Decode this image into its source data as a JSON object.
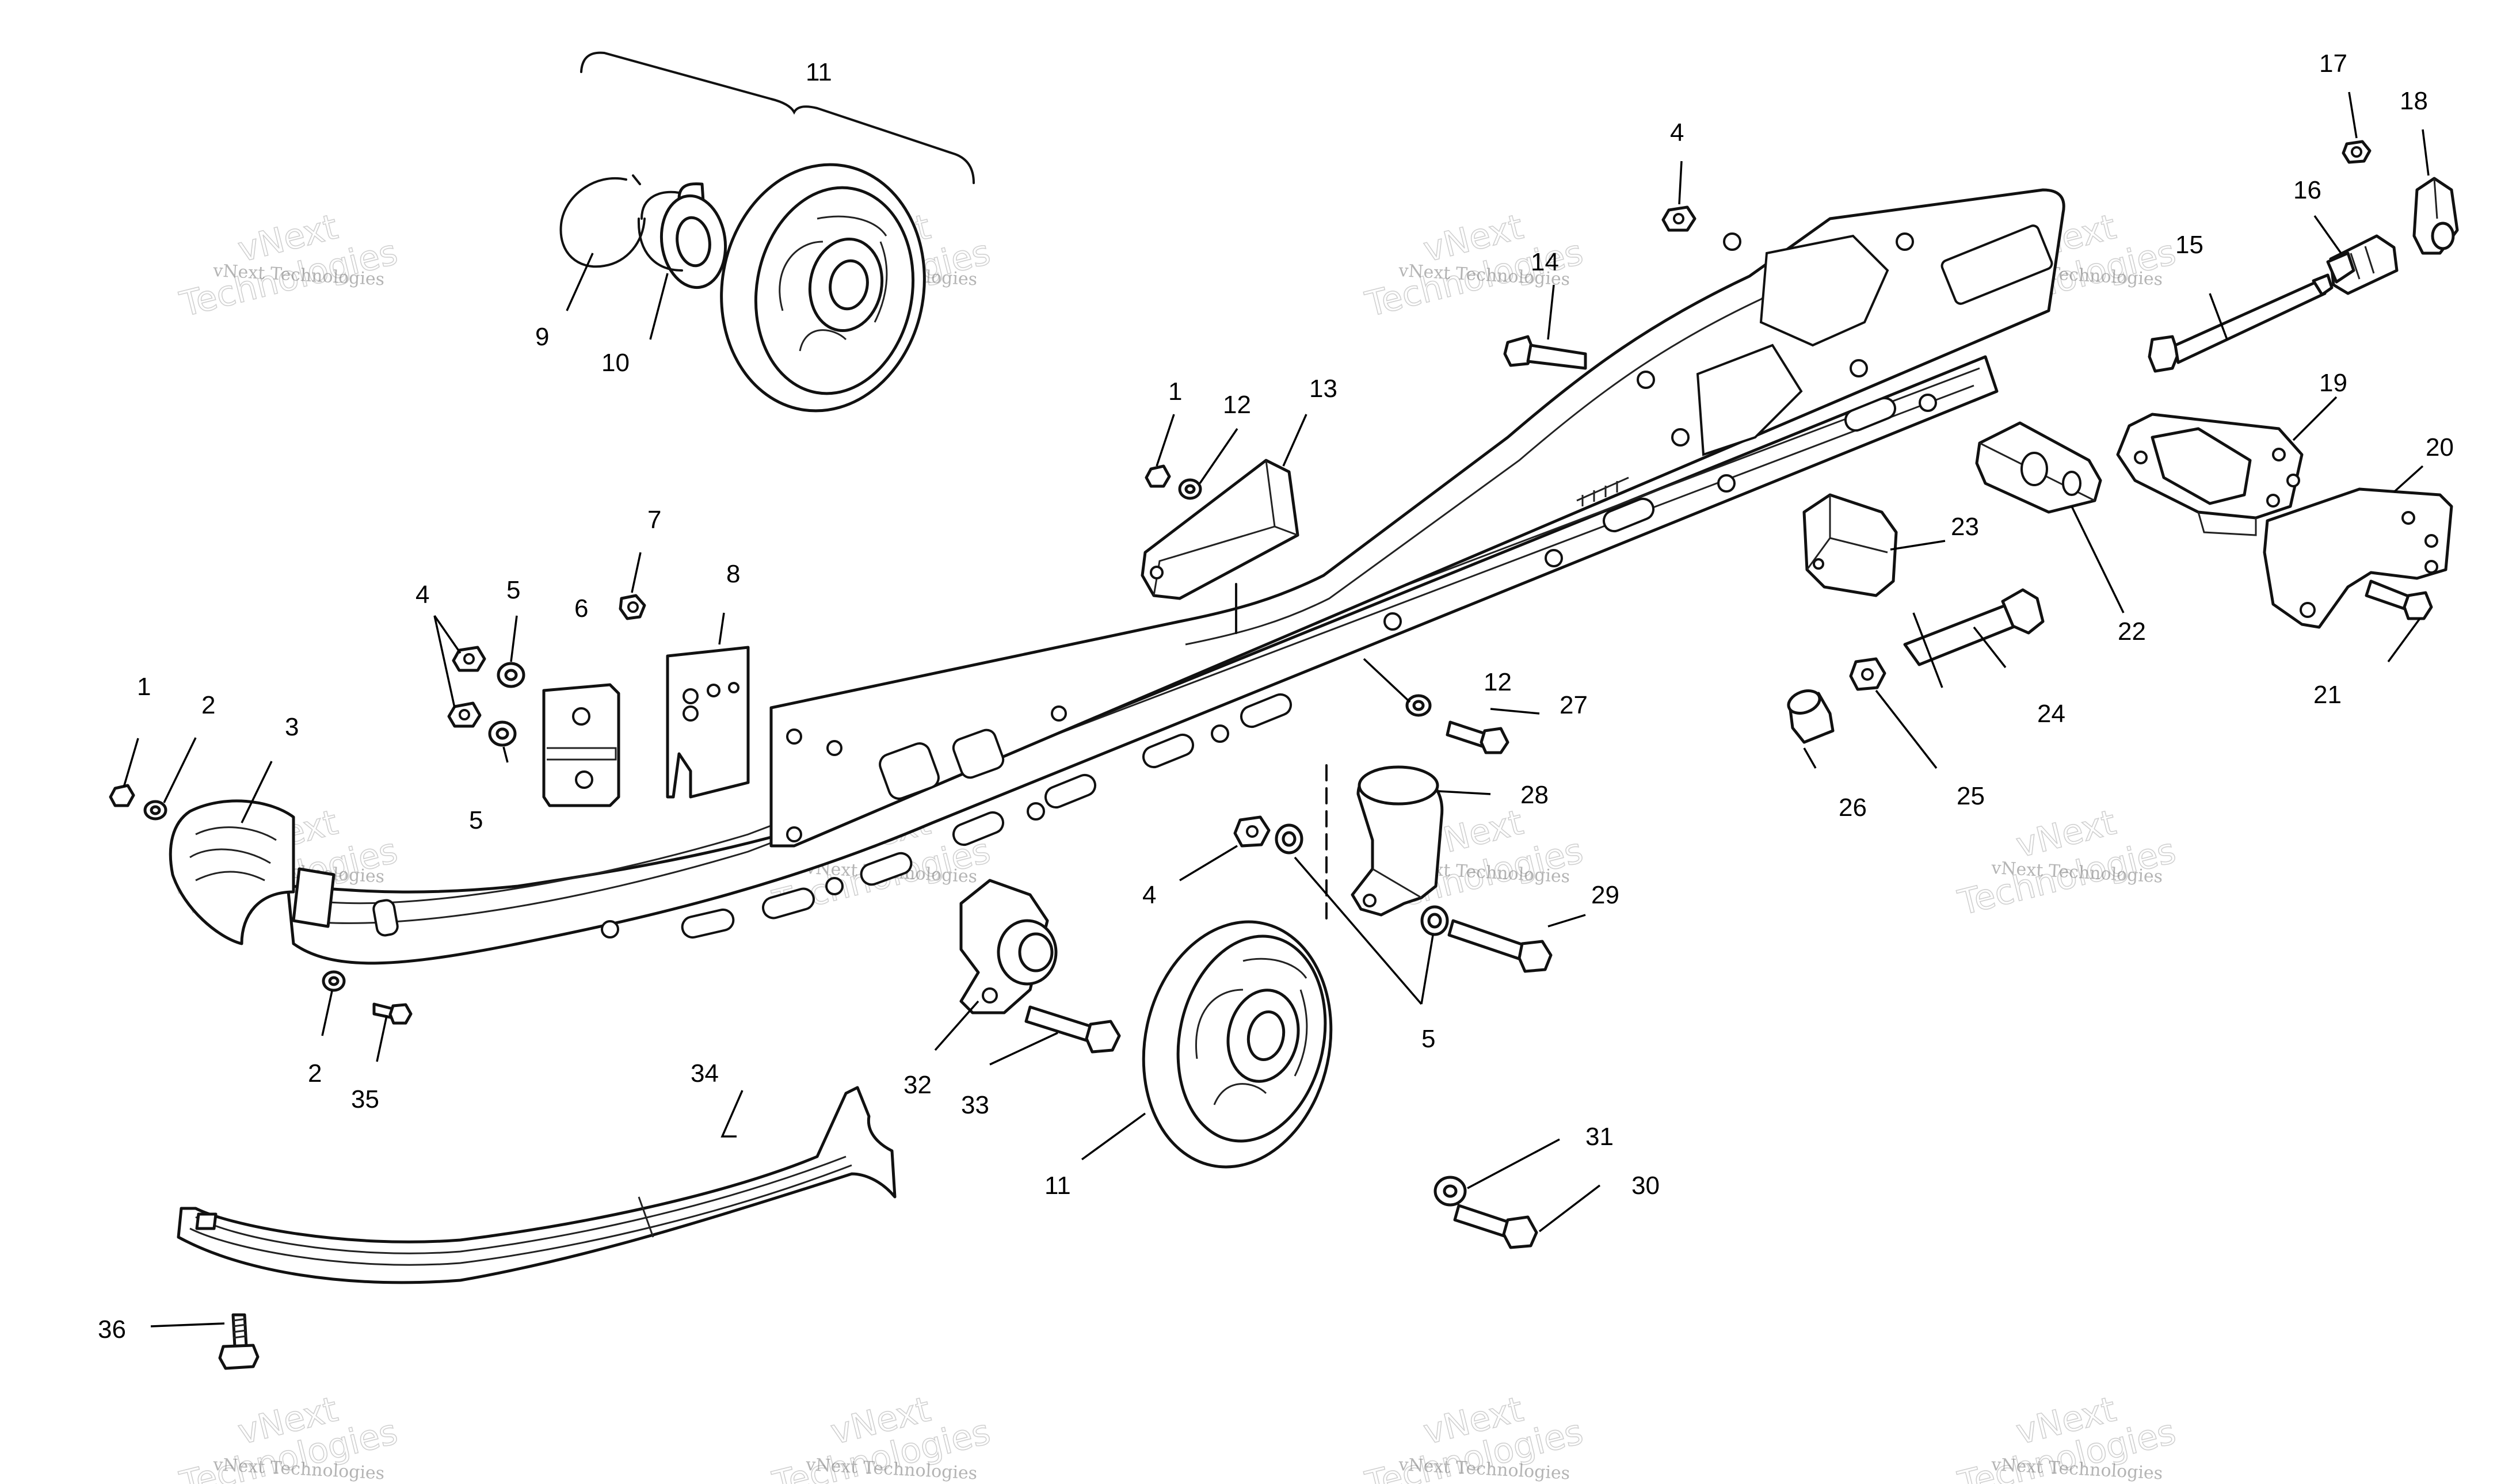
{
  "watermark": {
    "line1": "vNext Technologies",
    "line2": "vNext",
    "line3": "Technologies"
  },
  "callouts": [
    {
      "id": "c11-top",
      "label": "11"
    },
    {
      "id": "c9",
      "label": "9"
    },
    {
      "id": "c10",
      "label": "10"
    },
    {
      "id": "c4-top",
      "label": "4"
    },
    {
      "id": "c14",
      "label": "14"
    },
    {
      "id": "c17",
      "label": "17"
    },
    {
      "id": "c18",
      "label": "18"
    },
    {
      "id": "c16",
      "label": "16"
    },
    {
      "id": "c15",
      "label": "15"
    },
    {
      "id": "c19",
      "label": "19"
    },
    {
      "id": "c20",
      "label": "20"
    },
    {
      "id": "c1-mid",
      "label": "1"
    },
    {
      "id": "c12-top",
      "label": "12"
    },
    {
      "id": "c13",
      "label": "13"
    },
    {
      "id": "c7",
      "label": "7"
    },
    {
      "id": "c8",
      "label": "8"
    },
    {
      "id": "c4-left",
      "label": "4"
    },
    {
      "id": "c5-upper",
      "label": "5"
    },
    {
      "id": "c6",
      "label": "6"
    },
    {
      "id": "c5-lower",
      "label": "5"
    },
    {
      "id": "c23",
      "label": "23"
    },
    {
      "id": "c22",
      "label": "22"
    },
    {
      "id": "c21",
      "label": "21"
    },
    {
      "id": "c1-left",
      "label": "1"
    },
    {
      "id": "c2-upper",
      "label": "2"
    },
    {
      "id": "c3",
      "label": "3"
    },
    {
      "id": "c12-mid",
      "label": "12"
    },
    {
      "id": "c27",
      "label": "27"
    },
    {
      "id": "c24",
      "label": "24"
    },
    {
      "id": "c26",
      "label": "26"
    },
    {
      "id": "c25",
      "label": "25"
    },
    {
      "id": "c28",
      "label": "28"
    },
    {
      "id": "c4-mid",
      "label": "4"
    },
    {
      "id": "c29",
      "label": "29"
    },
    {
      "id": "c5-right",
      "label": "5"
    },
    {
      "id": "c2-lower",
      "label": "2"
    },
    {
      "id": "c35",
      "label": "35"
    },
    {
      "id": "c34",
      "label": "34"
    },
    {
      "id": "c32",
      "label": "32"
    },
    {
      "id": "c33",
      "label": "33"
    },
    {
      "id": "c11-bottom",
      "label": "11"
    },
    {
      "id": "c31",
      "label": "31"
    },
    {
      "id": "c30",
      "label": "30"
    },
    {
      "id": "c36",
      "label": "36"
    }
  ]
}
